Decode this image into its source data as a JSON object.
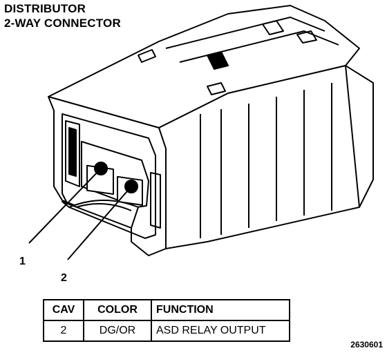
{
  "title": {
    "line1": "DISTRIBUTOR",
    "line2": "2-WAY CONNECTOR"
  },
  "callouts": {
    "one": "1",
    "two": "2"
  },
  "table": {
    "headers": [
      "CAV",
      "COLOR",
      "FUNCTION"
    ],
    "rows": [
      [
        "2",
        "DG/OR",
        "ASD RELAY OUTPUT"
      ]
    ]
  },
  "figure_id": "2630601"
}
